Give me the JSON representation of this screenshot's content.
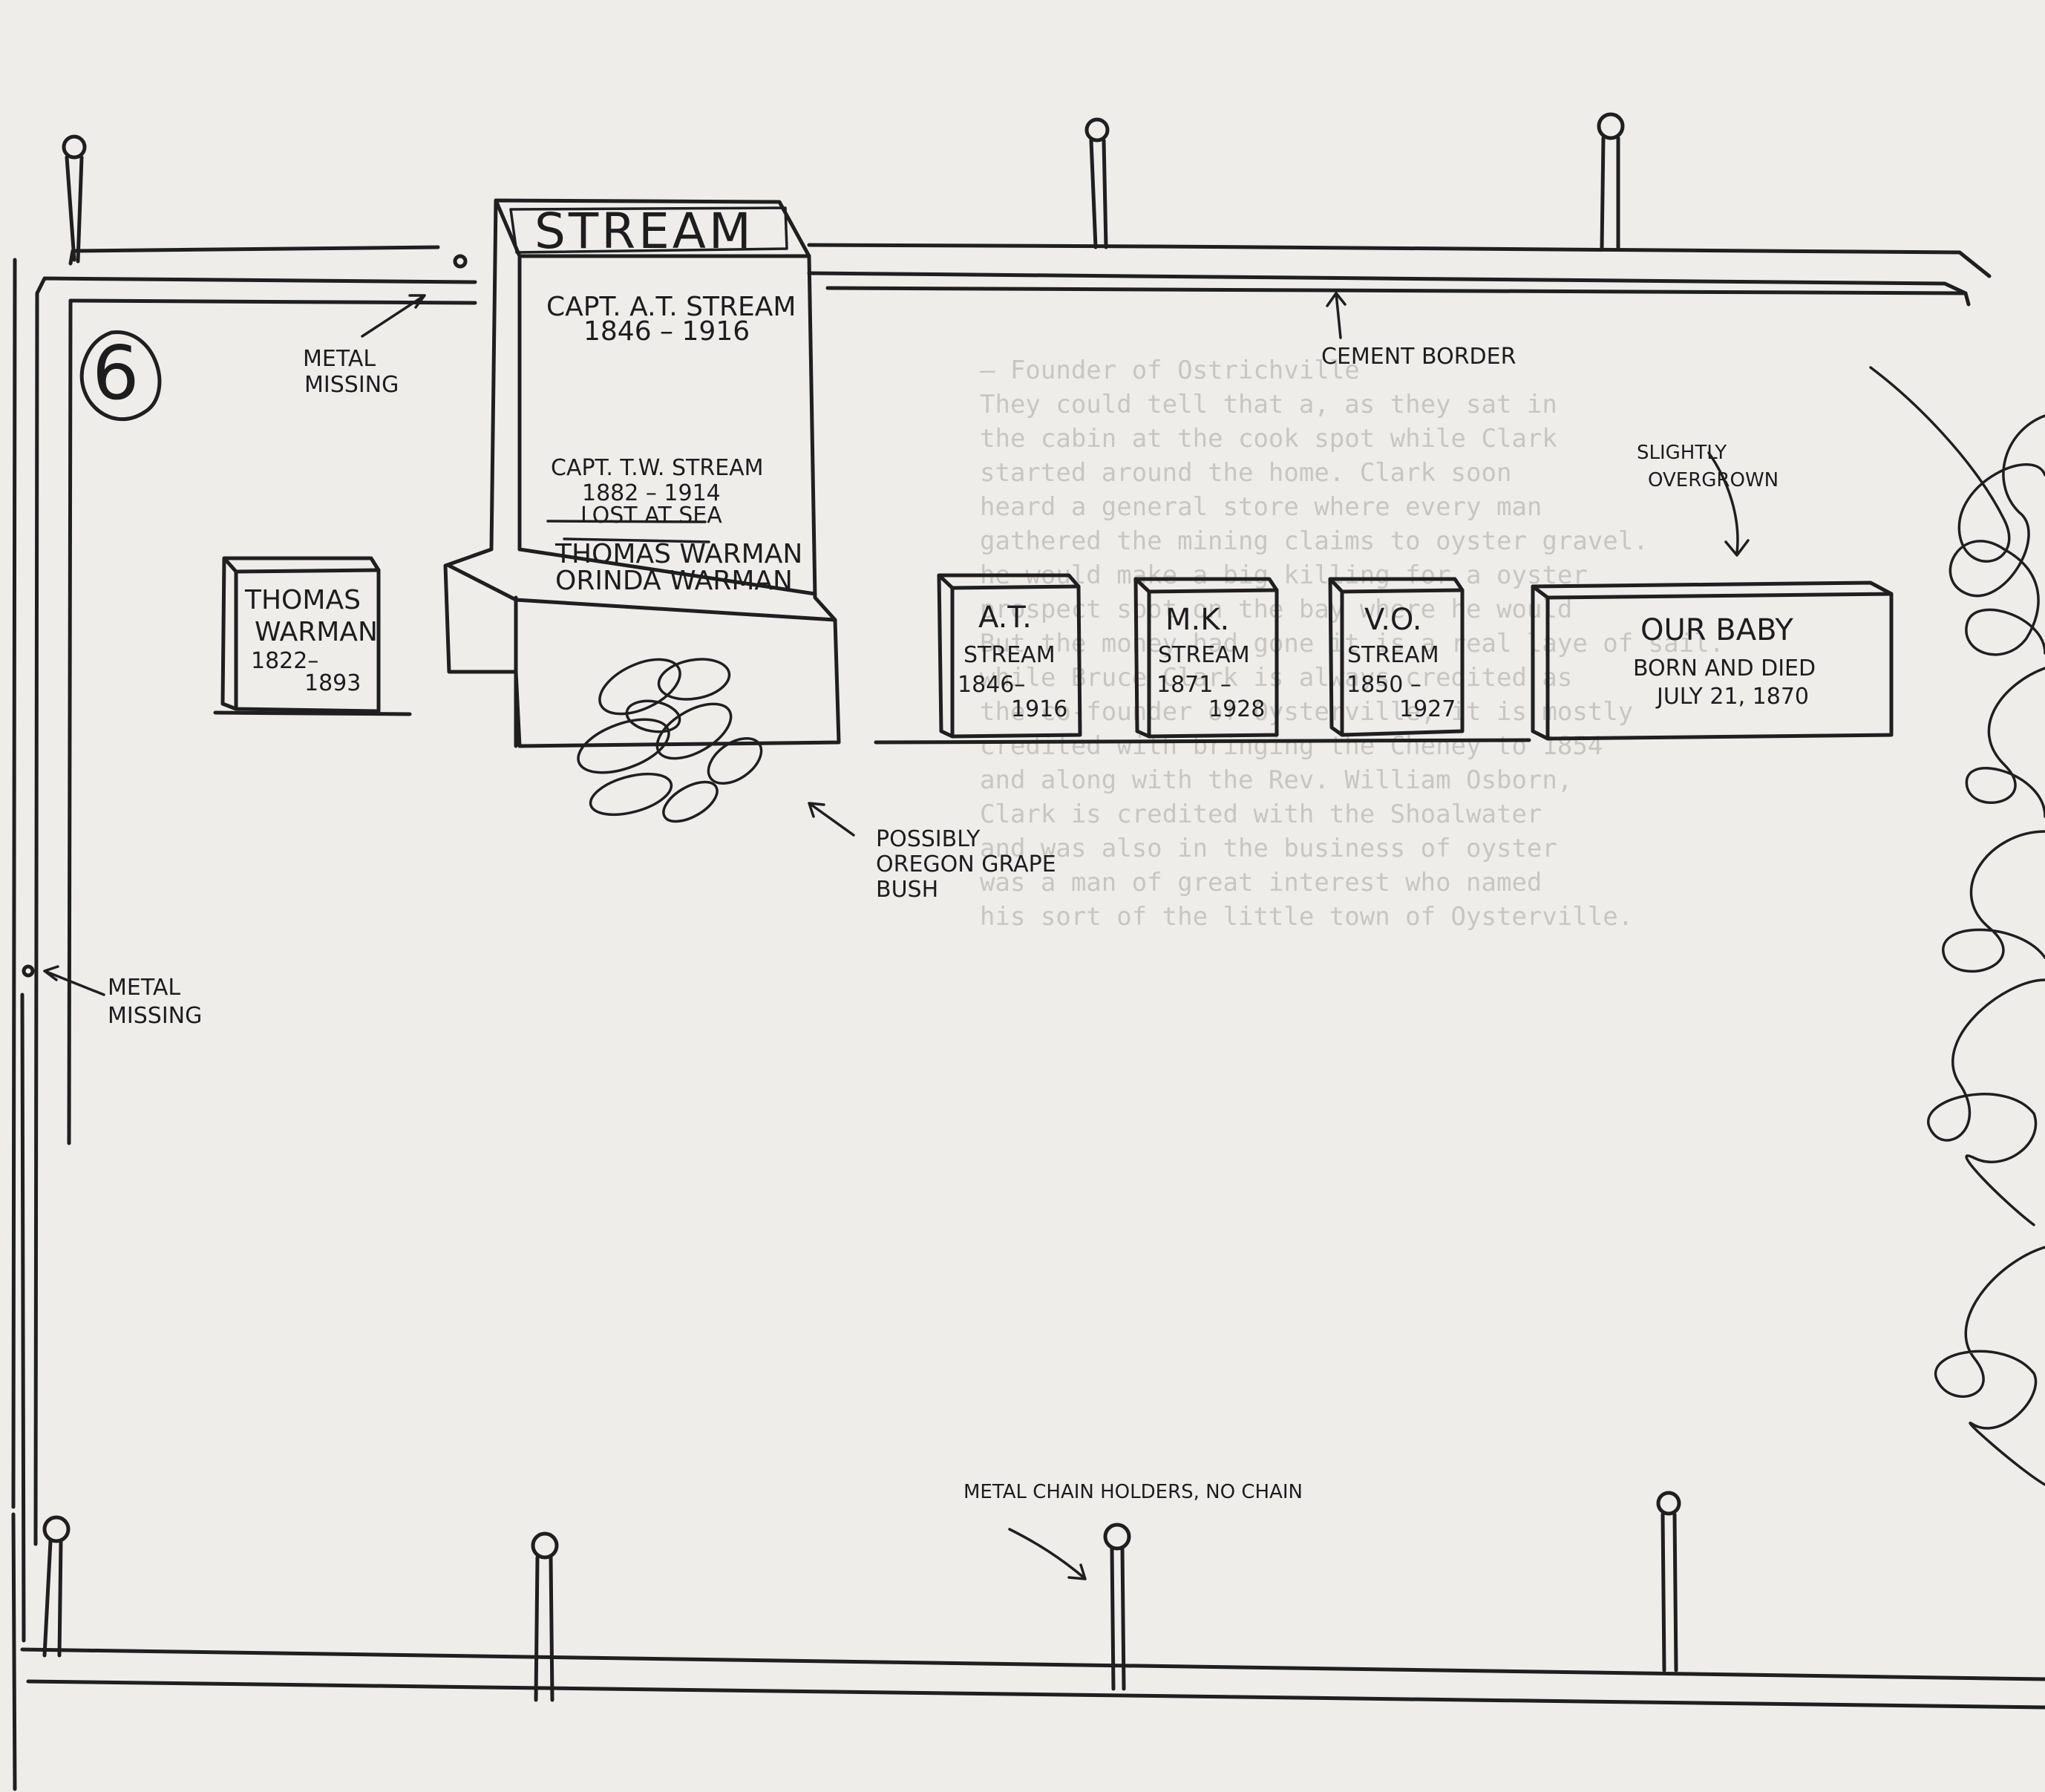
{
  "plot": {
    "number": "6",
    "family_stone": {
      "name": "STREAM",
      "lines": [
        "CAPT. A.T. STREAM",
        "1846 – 1916",
        "CAPT. T.W. STREAM",
        "1882 – 1914",
        "LOST AT SEA",
        "THOMAS WARMAN",
        "ORINDA WARMAN"
      ]
    },
    "headstones": [
      {
        "lines": [
          "THOMAS",
          "WARMAN",
          "1822–",
          "1893"
        ]
      },
      {
        "lines": [
          "A.T.",
          "STREAM",
          "1846–",
          "1916"
        ]
      },
      {
        "lines": [
          "M.K.",
          "STREAM",
          "1871 –",
          "1928"
        ]
      },
      {
        "lines": [
          "V.O.",
          "STREAM",
          "1850 –",
          "1927"
        ]
      },
      {
        "lines": [
          "OUR BABY",
          "BORN AND DIED",
          "JULY 21, 1870"
        ]
      }
    ],
    "annotations": {
      "metal_missing_top": [
        "METAL",
        "MISSING"
      ],
      "cement_border": "CEMENT BORDER",
      "slightly_overgrown": [
        "SLIGHTLY",
        "OVERGROWN"
      ],
      "grape_bush": [
        "POSSIBLY",
        "OREGON GRAPE",
        "BUSH"
      ],
      "metal_missing_left": [
        "METAL",
        "MISSING"
      ],
      "chain_holders": "METAL CHAIN HOLDERS, NO CHAIN"
    }
  },
  "bleed_text": [
    "— Founder of Ostrichville",
    "They could tell that a, as they sat in",
    "the cabin at the cook spot while Clark",
    "started around the home. Clark soon",
    "heard a general store where every man",
    "gathered the mining claims to oyster gravel.",
    "he would make a big killing for a oyster",
    "prospect spot on the bay where he would",
    "But the money had gone it is a real laye of sail.",
    "while Bruce Clark is always credited as",
    "the co-founder of Oysterville, it is mostly",
    "credited with bringing the Cheney to 1854",
    "and along with the Rev. William Osborn,",
    "Clark is credited with the Shoalwater",
    "and was also in the business of oyster",
    "was a man of great interest who named",
    "his sort of the little town of Oysterville."
  ]
}
